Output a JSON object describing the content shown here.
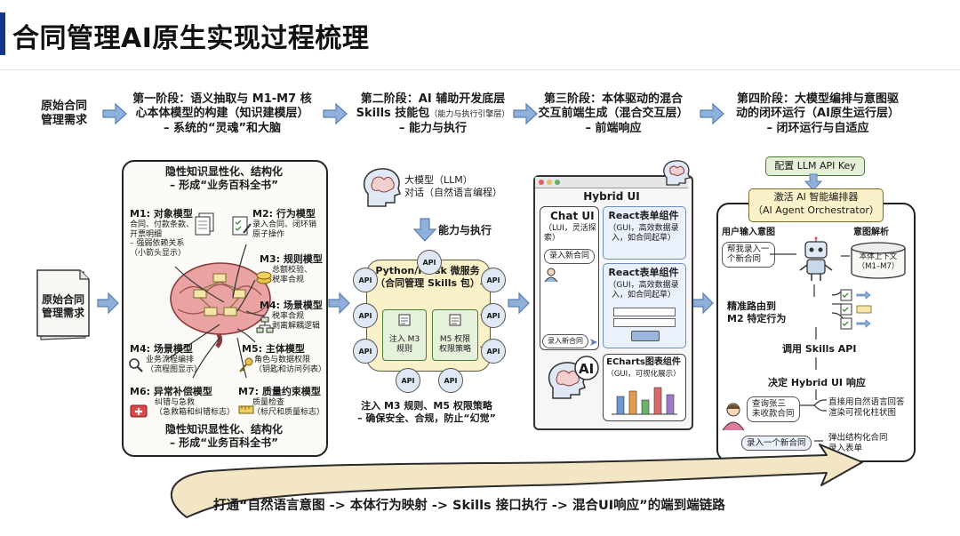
{
  "title": "合同管理AI原生实现过程梳理",
  "header": {
    "start_label": [
      "原始合同",
      "管理需求"
    ],
    "stage1": [
      "第一阶段：语义抽取与 M1-M7 核",
      "心本体模型的构建（知识建模层）",
      "– 系统的“灵魂”和大脑"
    ],
    "stage2_l1": "第二阶段：AI 辅助开发底层",
    "stage2_l2a": "Skills 技能包",
    "stage2_l2b": "（能力与执行引擎层）",
    "stage2_l3": "– 能力与执行",
    "stage3": [
      "第三阶段：本体驱动的混合",
      "交互前端生成（混合交互层）",
      "– 前端响应"
    ],
    "stage4": [
      "第四阶段：大模型编排与意图驱",
      "动的闭环运行（AI原生运行层）",
      "– 闭环运行与自适应"
    ]
  },
  "left_doc": [
    "原始合同",
    "管理需求"
  ],
  "panel1": {
    "top": [
      "隐性知识显性化、结构化",
      "– 形成“业务百科全书”"
    ],
    "bottom": [
      "隐性知识显性化、结构化",
      "– 形成“业务百科全书”"
    ],
    "m1": {
      "title": "M1: 对象模型",
      "desc": [
        "合同、付款条款、",
        "开票明细",
        "– 强弱依赖关系",
        "（小箭头显示）"
      ]
    },
    "m2": {
      "title": "M2: 行为模型",
      "desc": [
        "录入合同、闭环销",
        "原子操作"
      ]
    },
    "m3": {
      "title": "M3: 规则模型",
      "desc": [
        "总额校验、",
        "税率合规"
      ]
    },
    "m4a": {
      "title": "M4: 场景模型",
      "desc": [
        "税率合规",
        "剥离解耦逻辑"
      ]
    },
    "m4b": {
      "title": "M4: 场景模型",
      "desc": [
        "业务流程编排",
        "（流程图显示）"
      ]
    },
    "m5": {
      "title": "M5: 主体模型",
      "desc": [
        "角色与数据权限",
        "（钥匙和访问列表）"
      ]
    },
    "m6": {
      "title": "M6: 异常补偿模型",
      "desc": [
        "纠错与急救",
        "（急救箱和纠错标志）"
      ]
    },
    "m7": {
      "title": "M7: 质量约束模型",
      "desc": [
        "质量检查",
        "（标尺和质量标志）"
      ]
    }
  },
  "panel2": {
    "llm": [
      "大模型（LLM）",
      "对话（自然语言编程）"
    ],
    "ability": "能力与执行",
    "service": [
      "Python/Flask 微服务",
      "（合同管理 Skills 包）"
    ],
    "inject_m3": [
      "注入 M3",
      "规则"
    ],
    "m5_perm": [
      "M5 权限",
      "权限策略"
    ],
    "api": "API",
    "ai": "AI",
    "footer": [
      "注入 M3 规则、M5 权限策略",
      "– 确保安全、合规，防止“幻觉”"
    ]
  },
  "panel3": {
    "window_title": "Hybrid UI",
    "chat_title": "Chat UI",
    "chat_sub": [
      "（LUI，灵活探",
      "索）"
    ],
    "bubble1": "录入新合同",
    "bubble2": "录入新合同",
    "react1_title": "React表单组件",
    "react1_sub": [
      "（GUI，高效数据录",
      "入，如合同起草）"
    ],
    "react2_title": "React表单组件",
    "react2_sub": [
      "（GUI，高效数据录",
      "入，如合同起草）"
    ],
    "echarts_title": "ECharts图表组件",
    "echarts_sub": "（GUI，可视化展示）"
  },
  "panel4": {
    "config": "配置 LLM API Key",
    "orchestrator": [
      "激活 AI 智能编排器",
      "（AI Agent Orchestrator）"
    ],
    "user_input": "用户输入意图",
    "intent_parse": "意图解析",
    "user_bubble": [
      "帮我录入一",
      "个新合同"
    ],
    "ontology": [
      "本体上下文",
      "（M1–M7）"
    ],
    "route": [
      "精准路由到",
      "M2 特定行为"
    ],
    "call_api": "调用 Skills API",
    "decide": "决定 Hybrid UI 响应",
    "query_bubble": [
      "查询张三",
      "未收款合同"
    ],
    "query_resp": [
      "直接用自然语言回答",
      "渲染可视化柱状图"
    ],
    "entry_bubble": "录入一个新合同",
    "entry_resp": [
      "弹出结构化合同",
      "录入表单"
    ]
  },
  "footer": "打通“自然语言意图 -> 本体行为映射 -> Skills 接口执行 -> 混合UI响应”的端到端链路",
  "colors": {
    "accent": "#12378f",
    "arrow": "#8eb0da",
    "arrow_stroke": "#5b7fb0",
    "wave": "#f2e6c4",
    "wave_stroke": "#2b2b2b",
    "brain": "#e9a3a3",
    "service": "#fbf1c8"
  }
}
